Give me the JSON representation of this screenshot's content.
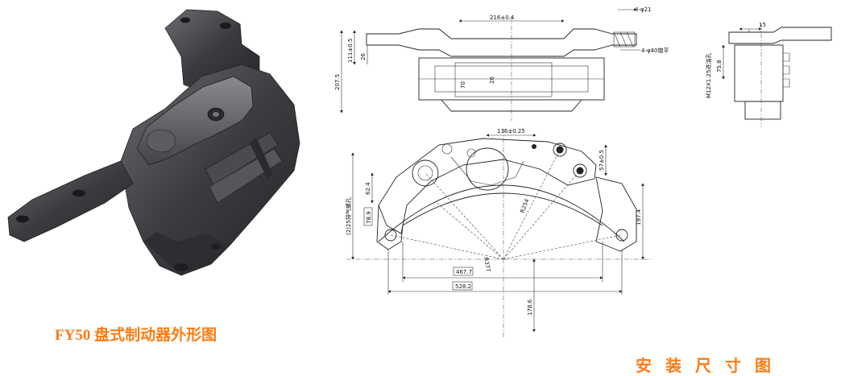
{
  "captions": {
    "left": "FY50 盘式制动器外形图",
    "right": "安 装 尺 寸 图"
  },
  "colors": {
    "caption": "#ff7a12",
    "render_dark": "#3a3a3d",
    "render_mid": "#5a5a5e",
    "line": "#222222"
  },
  "dimensions": {
    "top_width": "216±0.4",
    "holes_top": "4-φ21",
    "holes_spotface": "4-φ40锪平",
    "h_111": "111±0.5",
    "h_26_left": "26",
    "h_207": "207.5",
    "h_70": "70",
    "h_26_mid": "26",
    "side_15": "15",
    "side_75": "75.8",
    "side_thread": "M12X1.25进油孔",
    "front_136": "136±0.25",
    "front_57": "57±0.5",
    "front_62": "62.4",
    "front_78": "78.9",
    "front_vent": "(2)25排气螺孔",
    "front_r254": "R254",
    "front_197": "197.4",
    "front_r377": "R377",
    "front_467": "467.7",
    "front_528": "528.2",
    "front_178": "178.6"
  }
}
